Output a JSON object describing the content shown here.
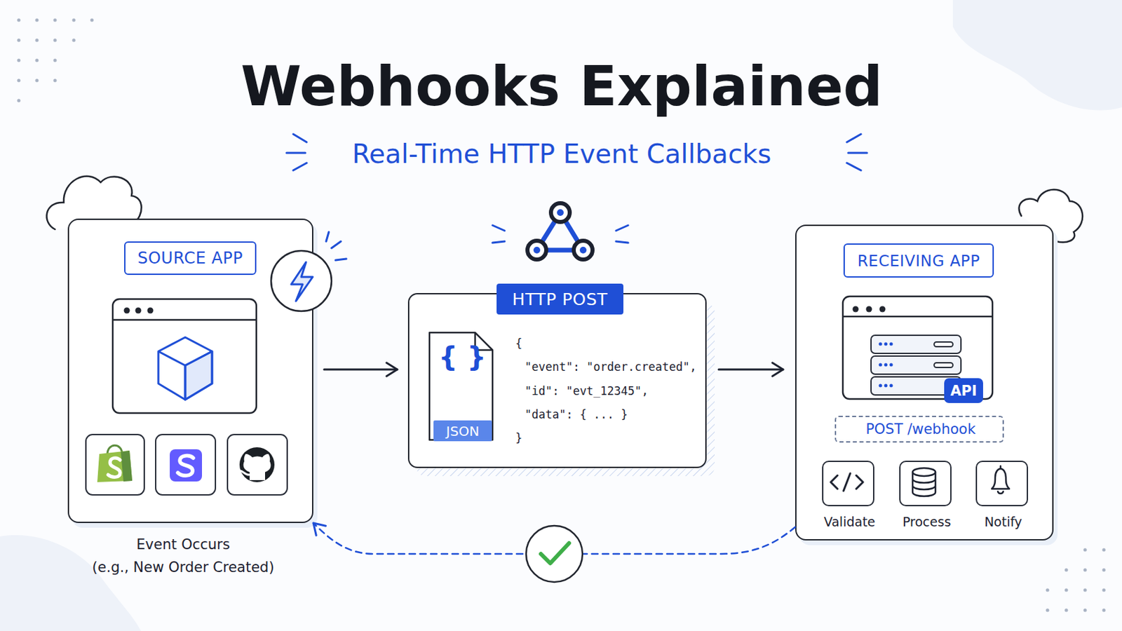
{
  "diagram": {
    "title": "Webhooks Explained",
    "nodes": [
      {
        "text": [
          "SOURCE APP"
        ]
      },
      {
        "text": [
          "HTTP POST",
          "{ }",
          "JSON",
          "{",
          "\"event\": \"order.created\",",
          "\"id\": \"evt_12345\",",
          "\"data\": { ... }",
          "}"
        ]
      },
      {
        "text": [
          "RECEIVING APP"
        ]
      },
      {
        "text": [
          "API"
        ],
        "in": 2
      },
      {
        "text": [
          "POST /webhook"
        ],
        "in": 2
      },
      {
        "text": [
          "Validate"
        ],
        "in": 2
      },
      {
        "text": [
          "Process"
        ],
        "in": 2
      },
      {
        "text": [
          "Notify"
        ],
        "in": 2
      }
    ],
    "edges": [
      {
        "from": 0,
        "to": 1,
        "arrow": "to"
      },
      {
        "from": 1,
        "to": 2,
        "arrow": "to"
      },
      {
        "from": 2,
        "to": 0,
        "arrow": "to"
      }
    ],
    "labels": [
      "Real-Time HTTP Event Callbacks",
      "Event Occurs",
      "(e.g., New Order Created)"
    ]
  }
}
